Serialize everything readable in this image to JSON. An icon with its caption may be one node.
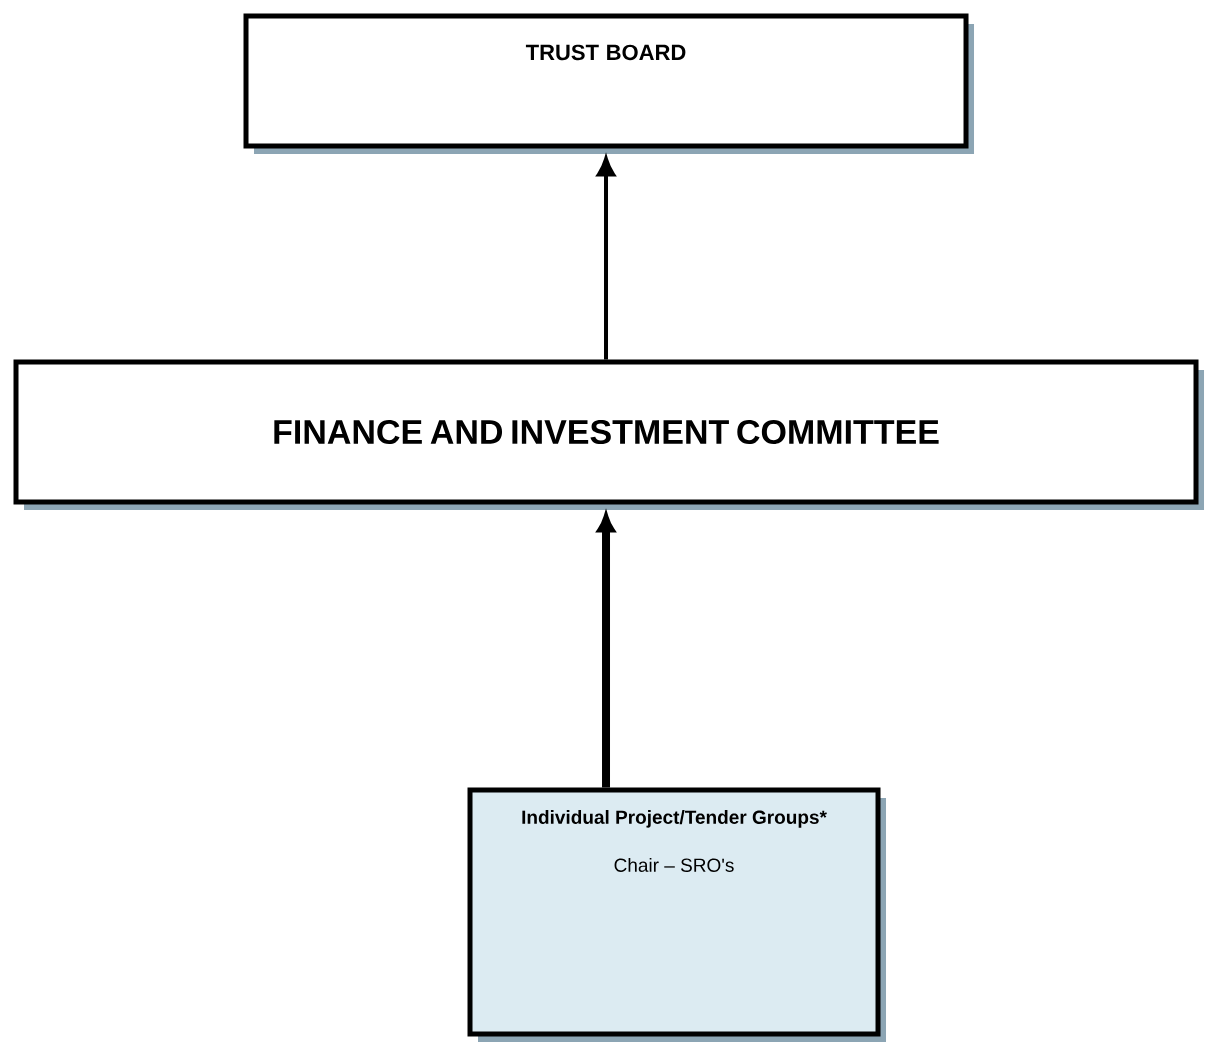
{
  "diagram": {
    "nodes": [
      {
        "text": [
          "TRUST BOARD"
        ]
      },
      {
        "text": [
          "FINANCE AND INVESTMENT COMMITTEE"
        ]
      },
      {
        "text": [
          "Individual Project/Tender Groups*",
          "Chair – SRO's"
        ]
      }
    ],
    "edges": [
      {
        "from": 1,
        "to": 0,
        "arrow": "to"
      },
      {
        "from": 2,
        "to": 1,
        "arrow": "to",
        "style": "thick"
      }
    ]
  }
}
